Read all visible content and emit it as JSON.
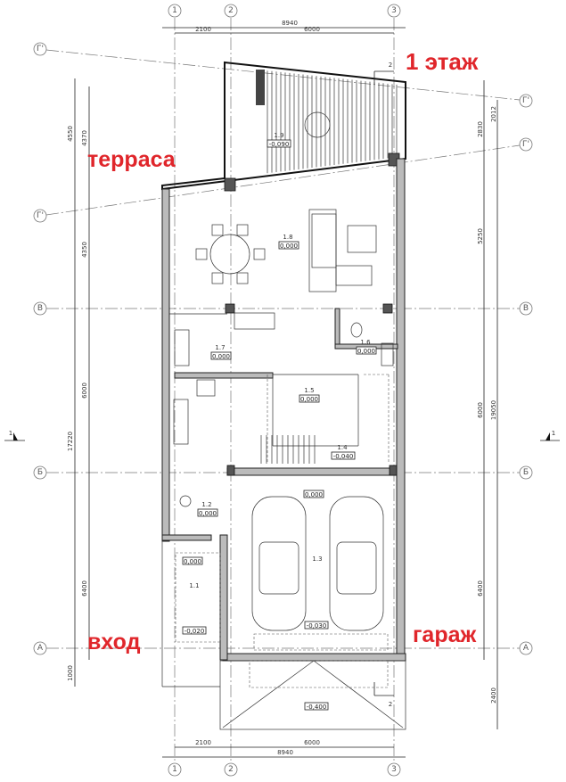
{
  "title": "1 этаж",
  "zone_labels": {
    "terrace": "терраса",
    "entrance": "вход",
    "garage": "гараж"
  },
  "axes": {
    "v": [
      "1",
      "2",
      "3"
    ],
    "h": [
      "В",
      "Б",
      "А"
    ],
    "g": "Г'"
  },
  "section_marks": {
    "s1": "1",
    "s2": "2"
  },
  "dims": {
    "top_total": "8940",
    "top_a": "2100",
    "top_b": "6000",
    "bottom_total": "8940",
    "bottom_a": "2100",
    "bottom_b": "6000",
    "left": [
      "4550",
      "4370",
      "4350",
      "6000",
      "17220",
      "6400",
      "1000"
    ],
    "right": [
      "2012",
      "2830",
      "5250",
      "6000",
      "19050",
      "6400",
      "2400"
    ]
  },
  "rooms": [
    {
      "num": "1.9",
      "level": "-0,090"
    },
    {
      "num": "1.8",
      "level": "0,000"
    },
    {
      "num": "1.7",
      "level": "0,000"
    },
    {
      "num": "1.6",
      "level": "0,000"
    },
    {
      "num": "1.5",
      "level": "0,000"
    },
    {
      "num": "1.4",
      "level": "-0,040"
    },
    {
      "num": "1.2",
      "level": "0,000"
    },
    {
      "num": "1.3",
      "level": "-0,030"
    },
    {
      "num": "1.1",
      "level": "-0,020"
    }
  ],
  "extra_levels": {
    "garage_top": "0,000",
    "vestibule": "0,000",
    "driveway": "-0,400"
  },
  "colors": {
    "accent": "#e0262b"
  }
}
